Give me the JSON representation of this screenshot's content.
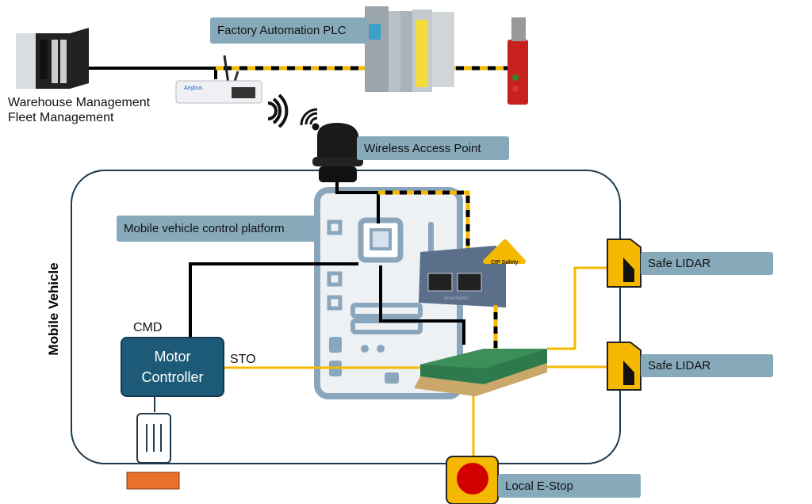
{
  "labels": {
    "plc": "Factory Automation PLC",
    "access_point": "Wireless Access Point",
    "control_platform": "Mobile vehicle control platform",
    "lidar_1": "Safe LIDAR",
    "lidar_2": "Safe LIDAR",
    "estop": "Local E-Stop",
    "server_line1": "Warehouse Management",
    "server_line2": "Fleet Management",
    "vehicle": "Mobile Vehicle",
    "cmd": "CMD",
    "sto": "STO",
    "motor_controller_line1": "Motor",
    "motor_controller_line2": "Controller",
    "gateway_brand": "Anybus",
    "cip_badge": "CIP Safety",
    "module_text": "EtherNet/IP"
  },
  "colors": {
    "label_bg": "#87aabb",
    "safety_yellow": "#f5b800",
    "motor_controller": "#1d5a78",
    "vehicle_outline": "#1f3b4d",
    "board": "#8aa6bd"
  }
}
